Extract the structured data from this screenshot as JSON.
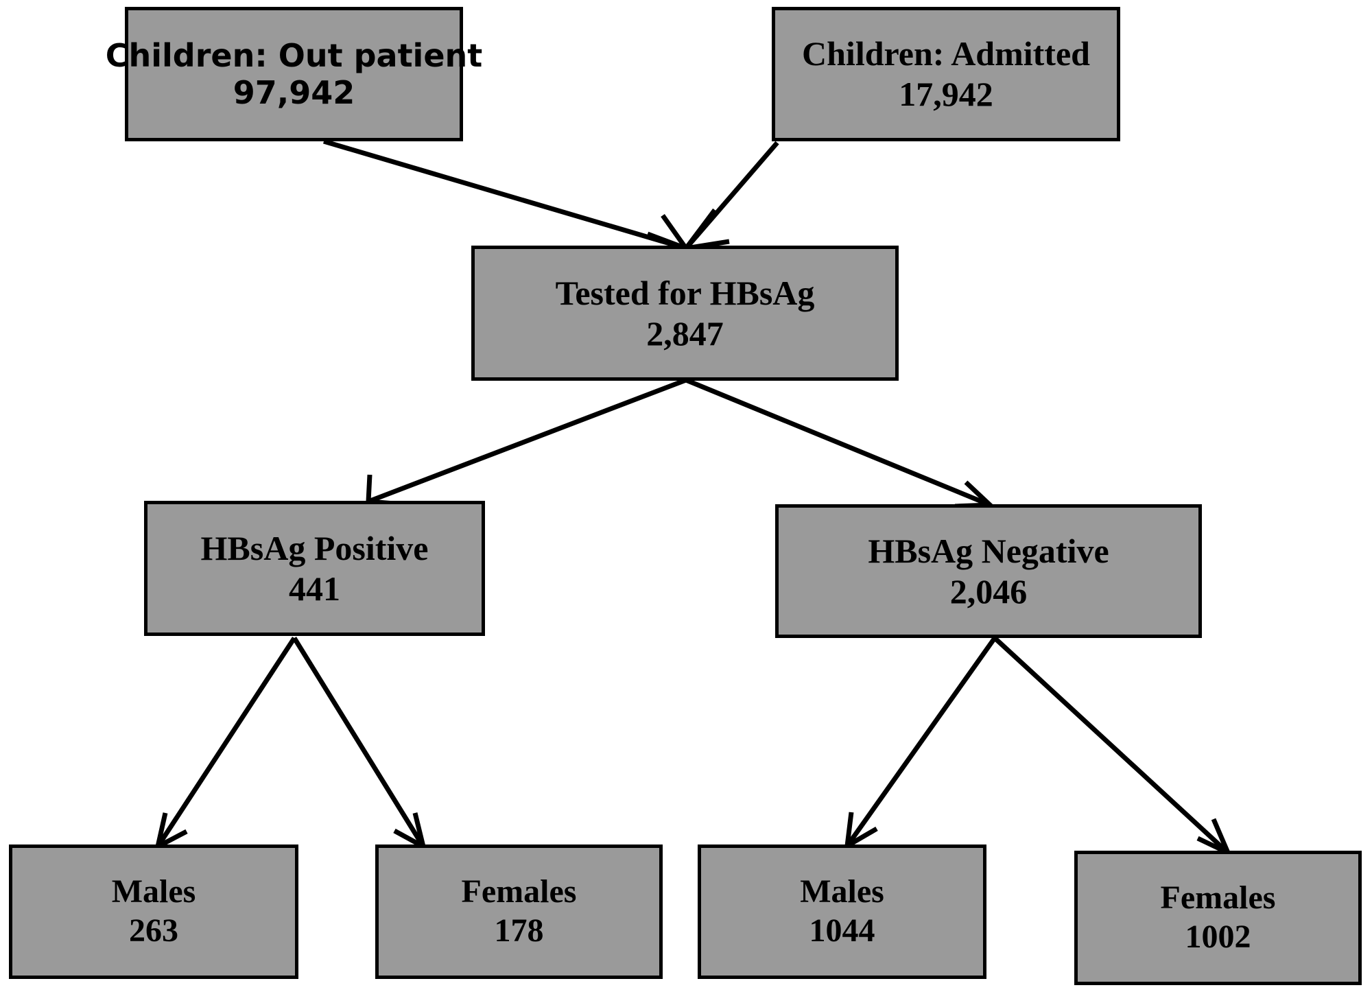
{
  "diagram": {
    "type": "flowchart",
    "title": "",
    "background_color": "#ffffff",
    "node_fill_color": "#9a9a9a",
    "node_border_color": "#000000",
    "edge_color": "#000000",
    "nodes": [
      {
        "id": "outpatient",
        "label": "Children: Out patient",
        "value": "97,942"
      },
      {
        "id": "admitted",
        "label": "Children: Admitted",
        "value": "17,942"
      },
      {
        "id": "tested",
        "label": "Tested for HBsAg",
        "value": "2,847"
      },
      {
        "id": "positive",
        "label": "HBsAg Positive",
        "value": "441"
      },
      {
        "id": "negative",
        "label": "HBsAg Negative",
        "value": "2,046"
      },
      {
        "id": "pos_males",
        "label": "Males",
        "value": "263"
      },
      {
        "id": "pos_females",
        "label": "Females",
        "value": "178"
      },
      {
        "id": "neg_males",
        "label": "Males",
        "value": "1044"
      },
      {
        "id": "neg_females",
        "label": "Females",
        "value": "1002"
      }
    ],
    "edges": [
      {
        "from": "outpatient",
        "to": "tested"
      },
      {
        "from": "admitted",
        "to": "tested"
      },
      {
        "from": "tested",
        "to": "positive"
      },
      {
        "from": "tested",
        "to": "negative"
      },
      {
        "from": "positive",
        "to": "pos_males"
      },
      {
        "from": "positive",
        "to": "pos_females"
      },
      {
        "from": "negative",
        "to": "neg_males"
      },
      {
        "from": "negative",
        "to": "neg_females"
      }
    ]
  }
}
